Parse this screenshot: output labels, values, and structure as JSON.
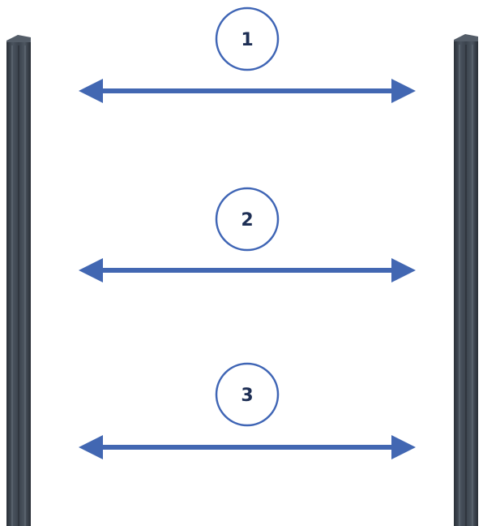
{
  "colors": {
    "arrow": "#4267b2",
    "marker_stroke": "#3f65b5",
    "marker_text": "#1e2f55",
    "post_body": "#3e4650",
    "post_light": "#5a636e",
    "post_dark": "#252b33"
  },
  "posts": [
    {
      "name": "left-post"
    },
    {
      "name": "right-post"
    }
  ],
  "markers": [
    {
      "number": "1",
      "name": "marker-1"
    },
    {
      "number": "2",
      "name": "marker-2"
    },
    {
      "number": "3",
      "name": "marker-3"
    }
  ],
  "arrows": [
    {
      "name": "span-arrow-1",
      "icon": "double-headed-arrow-icon"
    },
    {
      "name": "span-arrow-2",
      "icon": "double-headed-arrow-icon"
    },
    {
      "name": "span-arrow-3",
      "icon": "double-headed-arrow-icon"
    }
  ]
}
